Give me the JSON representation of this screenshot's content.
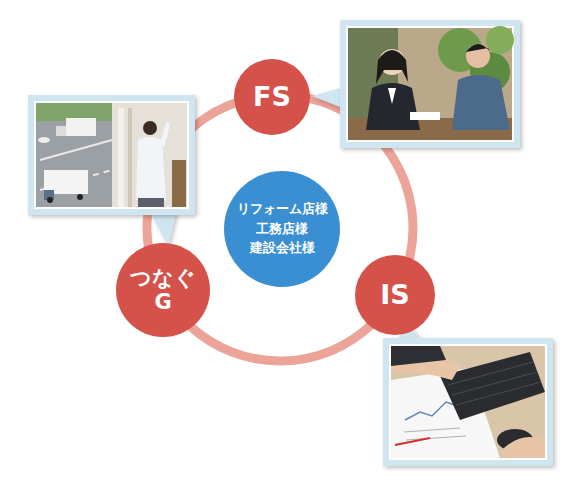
{
  "diagram": {
    "nodes": [
      {
        "text": [
          "FS"
        ]
      },
      {
        "text": [
          "リフォーム店様",
          "工務店様",
          "建設会社様"
        ]
      },
      {
        "text": [
          "つなぐ G"
        ]
      },
      {
        "text": [
          "IS"
        ]
      }
    ],
    "edges": [
      {
        "from": 0,
        "to": 3,
        "arrow": "none"
      },
      {
        "from": 3,
        "to": 2,
        "arrow": "none"
      },
      {
        "from": 2,
        "to": 0,
        "arrow": "none"
      }
    ]
  }
}
